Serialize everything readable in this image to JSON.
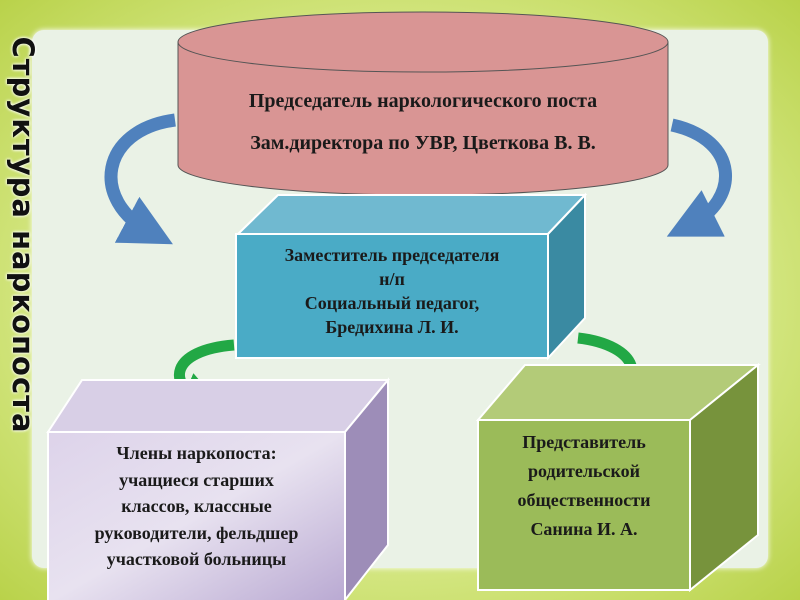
{
  "title": "Структура наркопоста",
  "chair": {
    "line1": "Председатель наркологического поста",
    "line2": "Зам.директора по УВР, Цветкова В. В."
  },
  "deputy": {
    "line1": "Заместитель председателя",
    "line2": "н/п",
    "line3": "Социальный педагог,",
    "line4": "Бредихина Л. И."
  },
  "members": {
    "line1": "Члены наркопоста:",
    "line2": "учащиеся старших",
    "line3": "классов, классные",
    "line4": "руководители, фельдшер",
    "line5": "участковой больницы"
  },
  "parents": {
    "line1": "Представитель",
    "line2": "родительской",
    "line3": "общественности",
    "line4": "Санина И. А."
  },
  "colors": {
    "chair": "#d99594",
    "deputy": "#4aabc6",
    "members": "#c9bedd",
    "parents": "#9bbb59",
    "arrow_blue": "#4f81bd",
    "arrow_green": "#1e9e3c"
  }
}
